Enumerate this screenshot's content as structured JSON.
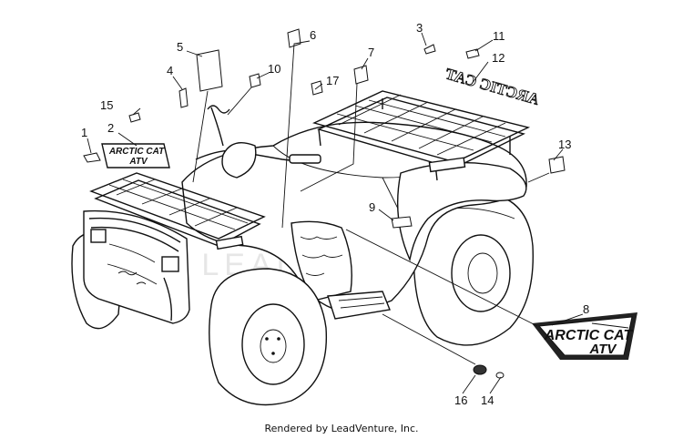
{
  "diagram": {
    "callouts": [
      "1",
      "2",
      "3",
      "4",
      "5",
      "6",
      "7",
      "8",
      "9",
      "10",
      "11",
      "12",
      "13",
      "14",
      "15",
      "16",
      "17"
    ],
    "decal_text": {
      "small_brand": "ARCTIC CAT",
      "small_model": "ATV",
      "large_brand": "ARCTIC CAT",
      "large_model": "ATV",
      "side_script": "ARCTIC CAT"
    },
    "watermark": "LEADVENTURE"
  },
  "footer": {
    "text": "Rendered by LeadVenture, Inc."
  }
}
